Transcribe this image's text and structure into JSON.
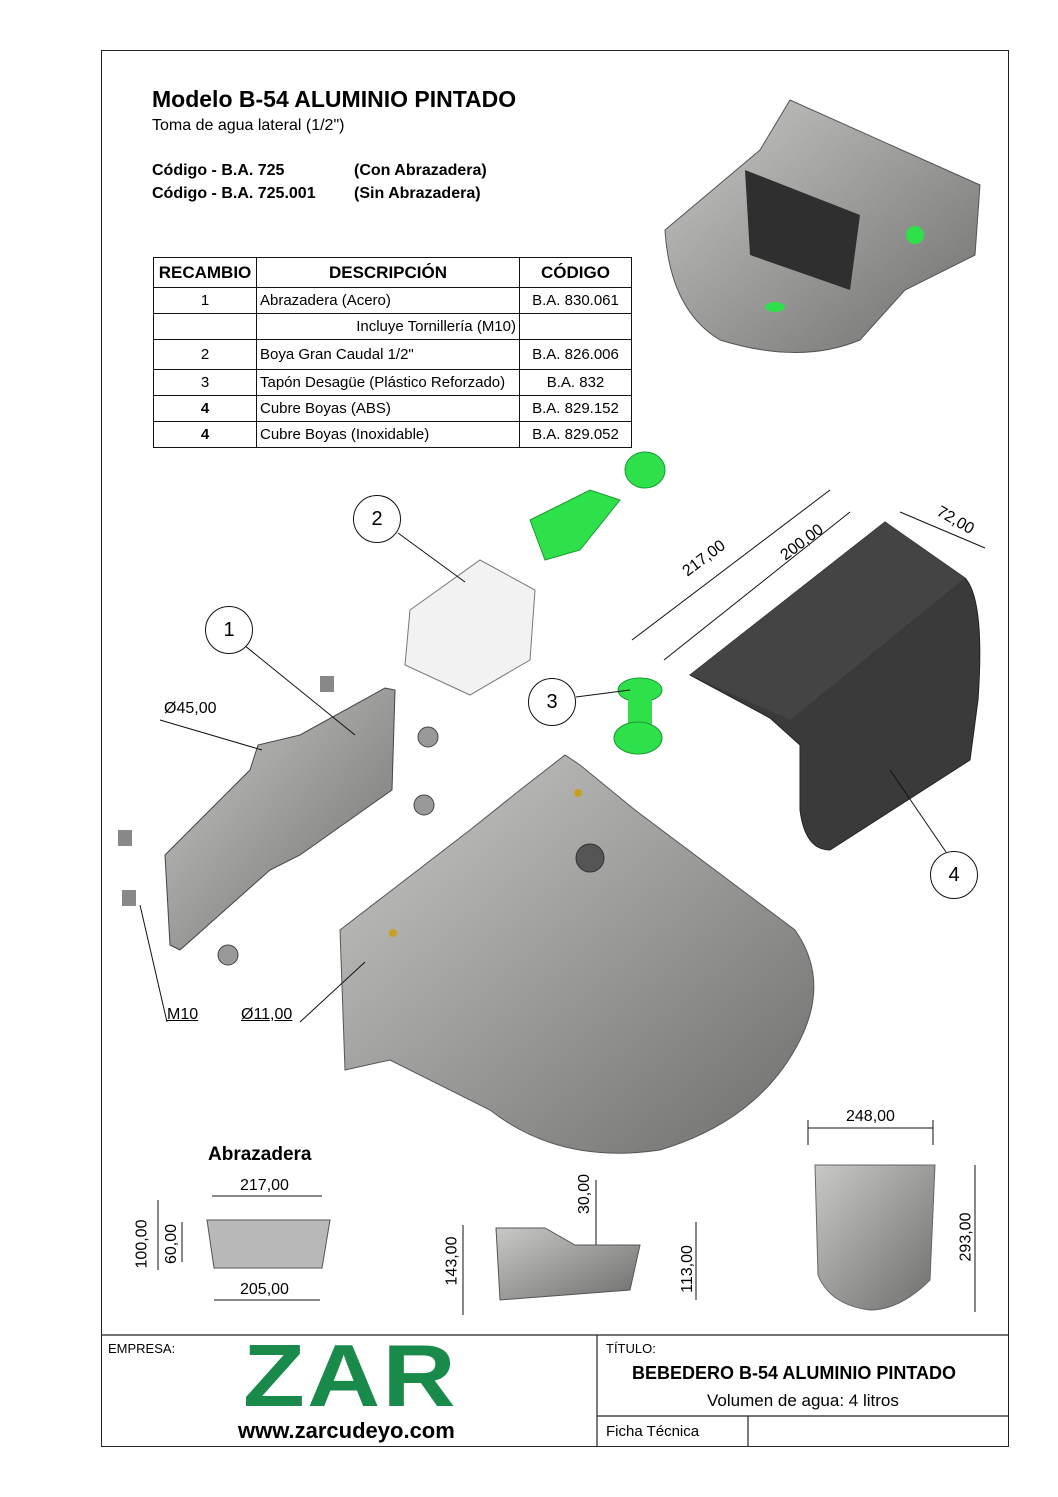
{
  "header": {
    "title": "Modelo B-54 ALUMINIO PINTADO",
    "subtitle": "Toma de agua lateral (1/2\")",
    "codes": [
      {
        "code": "Código - B.A. 725",
        "note": "(Con Abrazadera)"
      },
      {
        "code": "Código - B.A. 725.001",
        "note": "(Sin Abrazadera)"
      }
    ]
  },
  "parts_table": {
    "headers": [
      "RECAMBIO",
      "DESCRIPCIÓN",
      "CÓDIGO"
    ],
    "rows": [
      [
        "1",
        "Abrazadera (Acero)",
        "B.A. 830.061"
      ],
      [
        "",
        "Incluye Tornillería (M10)",
        ""
      ],
      [
        "2",
        "Boya Gran Caudal 1/2\"",
        "B.A. 826.006"
      ],
      [
        "3",
        "Tapón Desagüe (Plástico Reforzado)",
        "B.A. 832"
      ],
      [
        "4",
        "Cubre Boyas (ABS)",
        "B.A. 829.152"
      ],
      [
        "4",
        "Cubre Boyas (Inoxidable)",
        "B.A. 829.052"
      ]
    ]
  },
  "callouts": [
    "1",
    "2",
    "3",
    "4"
  ],
  "dimensions": {
    "cover_length": "217,00",
    "cover_inner": "200,00",
    "cover_width": "72,00",
    "clamp_diameter": "Ø45,00",
    "bolt": "M10",
    "hole_diameter": "Ø11,00",
    "bowl_width": "248,00",
    "bowl_depth": "293,00",
    "bowl_height": "143,00",
    "bowl_step": "30,00",
    "bowl_lower": "113,00"
  },
  "clamp_view": {
    "title": "Abrazadera",
    "top_width": "217,00",
    "bottom_width": "205,00",
    "height": "100,00",
    "hole_spacing": "60,00"
  },
  "title_block": {
    "company_label": "EMPRESA:",
    "logo_text": "ZAR",
    "website": "www.zarcudeyo.com",
    "title_label": "TÍTULO:",
    "title": "BEBEDERO B-54 ALUMINIO PINTADO",
    "volume": "Volumen de agua: 4 litros",
    "doc_type": "Ficha Técnica"
  },
  "colors": {
    "brand_green": "#1a8a4a",
    "part_green": "#2ee04a",
    "metal": "#8a8a88",
    "cover": "#3a3a3a"
  }
}
